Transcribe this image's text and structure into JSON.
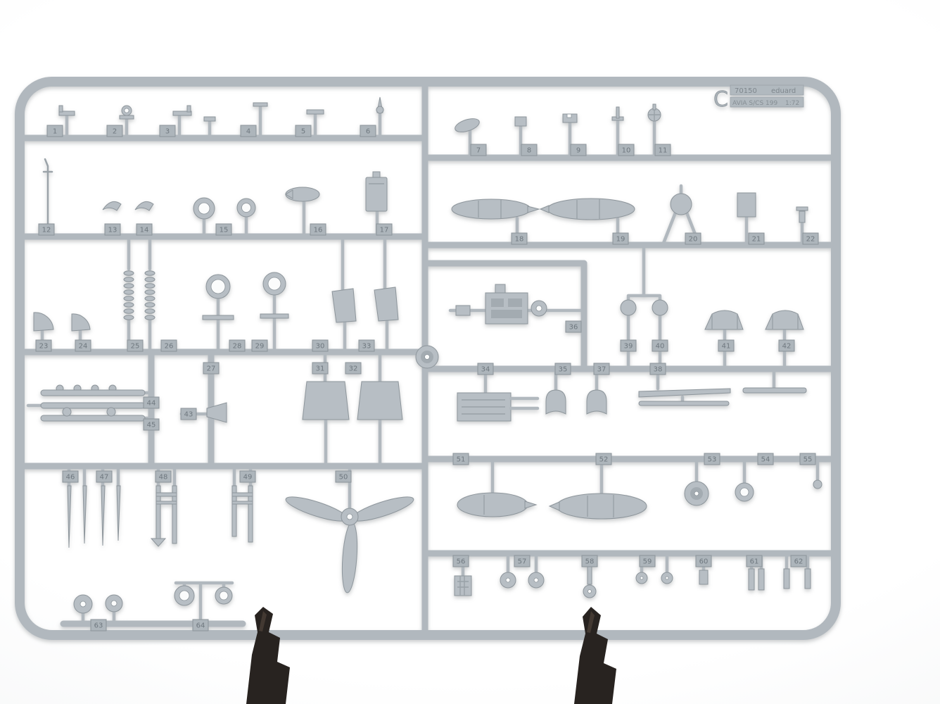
{
  "marking": {
    "sprue_letter": "C",
    "kit_number": "70150",
    "brand": "eduard",
    "subject": "AVIA S/CS 199",
    "scale": "1:72"
  },
  "part_numbers": [
    "1",
    "2",
    "3",
    "4",
    "5",
    "6",
    "7",
    "8",
    "9",
    "10",
    "11",
    "12",
    "13",
    "14",
    "15",
    "16",
    "17",
    "18",
    "19",
    "20",
    "21",
    "22",
    "23",
    "24",
    "25",
    "26",
    "27",
    "28",
    "29",
    "30",
    "31",
    "32",
    "33",
    "34",
    "35",
    "36",
    "37",
    "38",
    "39",
    "40",
    "41",
    "42",
    "43",
    "44",
    "45",
    "46",
    "47",
    "48",
    "49",
    "50",
    "51",
    "52",
    "53",
    "54",
    "55",
    "56",
    "57",
    "58",
    "59",
    "60",
    "61",
    "62",
    "63",
    "64"
  ],
  "colors": {
    "plastic": "#b7bec4",
    "plastic_edge": "#8d959b",
    "tab": "#adb5bb",
    "number": "#6f787f",
    "background": "#fbfbfc",
    "clamp_dark": "#282320",
    "clamp_highlight": "#5a4c41"
  }
}
